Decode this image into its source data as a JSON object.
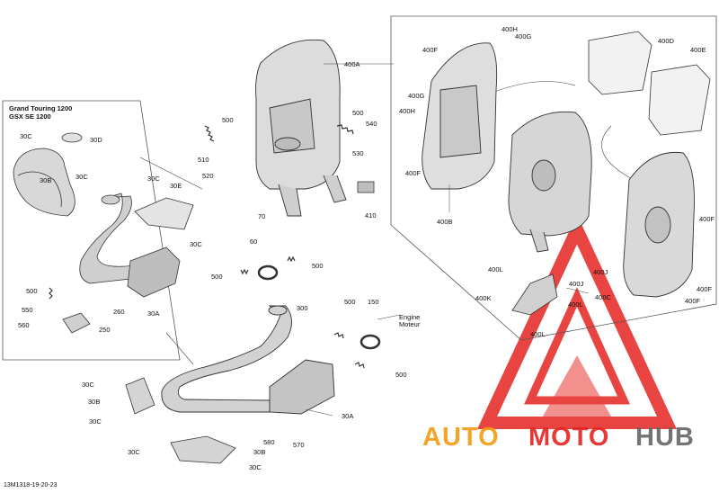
{
  "diagram": {
    "inset_title_line1": "Grand Touring 1200",
    "inset_title_line2": "GSX SE 1200",
    "drawing_code": "13M1318-19-20-23",
    "engine_line1": "Engine",
    "engine_line2": "Moteur",
    "part_labels": {
      "p400A": "400A",
      "p400B": "400B",
      "p400C": "400C",
      "p400D": "400D",
      "p400E": "400E",
      "p400F_a": "400F",
      "p400F_b": "400F",
      "p400F_c": "400F",
      "p400F_d": "400F",
      "p400F_e": "400F",
      "p400G_a": "400G",
      "p400G_b": "400G",
      "p400H_a": "400H",
      "p400H_b": "400H",
      "p400J_a": "400J",
      "p400J_b": "400J",
      "p400K": "400K",
      "p400L_a": "400L",
      "p400L_b": "400L",
      "p400L_c": "400L",
      "p500_a": "500",
      "p500_b": "500",
      "p500_c": "500",
      "p500_d": "500",
      "p500_e": "500",
      "p500_f": "500",
      "p500_g": "500",
      "p510": "510",
      "p520": "520",
      "p530": "530",
      "p540": "540",
      "p70": "70",
      "p60": "60",
      "p410": "410",
      "p300": "300",
      "p150": "150",
      "p30A_a": "30A",
      "p30A_b": "30A",
      "p30B_a": "30B",
      "p30B_b": "30B",
      "p30B_c": "30B",
      "p30C_a": "30C",
      "p30C_b": "30C",
      "p30C_c": "30C",
      "p30C_d": "30C",
      "p30C_e": "30C",
      "p30C_f": "30C",
      "p30C_g": "30C",
      "p30C_h": "30C",
      "p30D": "30D",
      "p30E": "30E",
      "p550": "550",
      "p560": "560",
      "p260": "260",
      "p250": "250",
      "p580": "580",
      "p570": "570"
    }
  },
  "watermark": {
    "part1": "AUTO",
    "part2": "MOTO",
    "part3": "HUB",
    "color_red": "#e52420",
    "color_orange": "#f39c12",
    "color_gray": "#666666"
  }
}
